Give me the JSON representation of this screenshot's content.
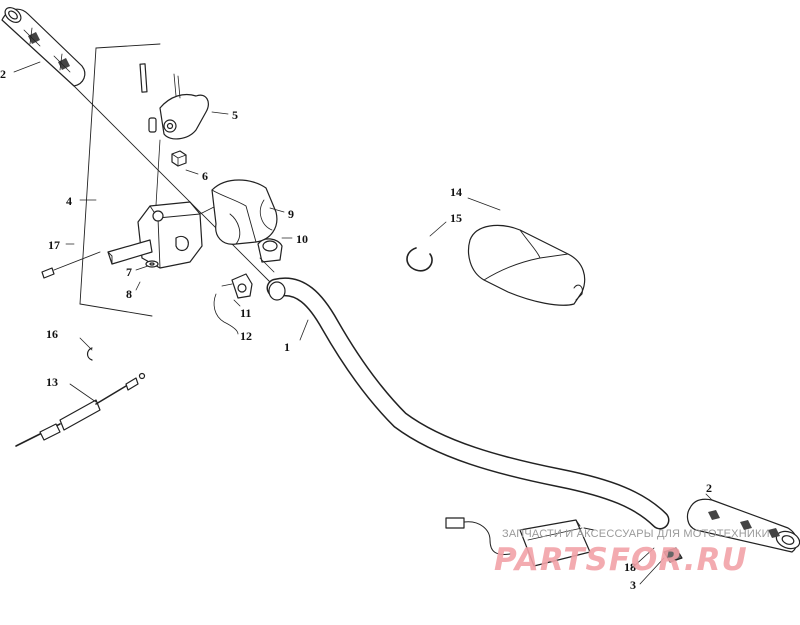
{
  "callouts": [
    {
      "id": "2",
      "part": "grip-left"
    },
    {
      "id": "5",
      "part": "throttle-lever"
    },
    {
      "id": "6",
      "part": "nut"
    },
    {
      "id": "4",
      "part": "throttle-assembly"
    },
    {
      "id": "9",
      "part": "throttle-cover"
    },
    {
      "id": "10",
      "part": "clamp"
    },
    {
      "id": "17",
      "part": "screw"
    },
    {
      "id": "7",
      "part": "washer"
    },
    {
      "id": "8",
      "part": "bracket"
    },
    {
      "id": "11",
      "part": "switch"
    },
    {
      "id": "12",
      "part": "wire-lead"
    },
    {
      "id": "1",
      "part": "handlebar"
    },
    {
      "id": "16",
      "part": "clip"
    },
    {
      "id": "13",
      "part": "throttle-cable"
    },
    {
      "id": "14",
      "part": "handlebar-pad"
    },
    {
      "id": "15",
      "part": "retaining-ring"
    },
    {
      "id": "2",
      "part": "grip-right"
    },
    {
      "id": "18",
      "part": "connector"
    },
    {
      "id": "3",
      "part": "heater-element"
    }
  ],
  "watermark": {
    "caption": "ЗАПЧАСТИ И АКСЕССУАРЫ ДЛЯ МОТОТЕХНИКИ",
    "logo": "PARTSFOR.RU"
  }
}
